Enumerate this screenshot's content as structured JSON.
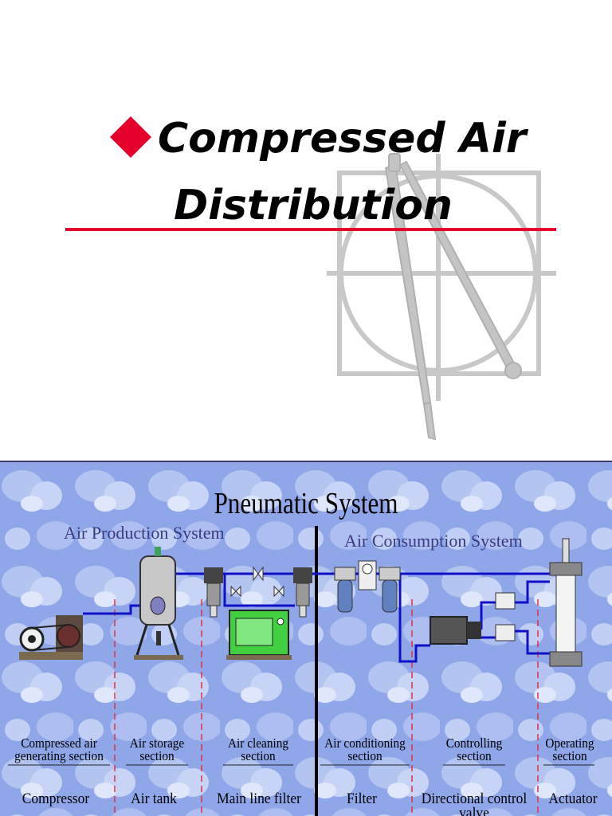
{
  "slide": {
    "title_line_1": "Compressed Air",
    "title_line_2": "Distribution",
    "accent_color": "#e4002b"
  },
  "diagram": {
    "title": "Pneumatic System",
    "air_production_label": "Air Production System",
    "air_consumption_label": "Air Consumption System",
    "sections": [
      {
        "line1": "Compressed air",
        "line2": "generating section"
      },
      {
        "line1": "Air storage",
        "line2": "section"
      },
      {
        "line1": "Air cleaning",
        "line2": "section"
      },
      {
        "line1": "Air conditioning",
        "line2": "section"
      },
      {
        "line1": "Controlling",
        "line2": "section"
      },
      {
        "line1": "Operating",
        "line2": "section"
      }
    ],
    "components": [
      {
        "line1": "Compressor",
        "line2": ""
      },
      {
        "line1": "Air tank",
        "line2": ""
      },
      {
        "line1": "Main line filter",
        "line2": ""
      },
      {
        "line1": "Filter",
        "line2": ""
      },
      {
        "line1": "Directional control",
        "line2": "valve"
      },
      {
        "line1": "Actuator",
        "line2": ""
      }
    ],
    "background_color": "#8fa6e8",
    "pipe_color": "#1010c8",
    "divider_color": "#e03040"
  }
}
